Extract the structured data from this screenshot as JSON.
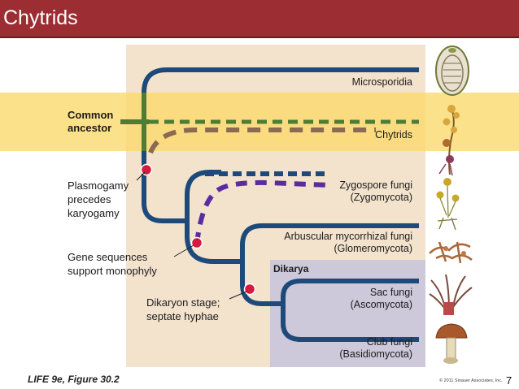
{
  "slide": {
    "title": "Chytrids",
    "number": "7",
    "figure_caption": "LIFE 9e, Figure 30.2",
    "copyright": "© 2011 Sinauer Associates, Inc."
  },
  "tree": {
    "root_label": [
      "Common",
      "ancestor"
    ],
    "dikarya_label": "Dikarya",
    "taxa": [
      {
        "lines": [
          "Microsporidia"
        ]
      },
      {
        "lines": [
          "Chytrids"
        ]
      },
      {
        "lines": [
          "Zygospore fungi",
          "(Zygomycota)"
        ]
      },
      {
        "lines": [
          "Arbuscular mycorrhizal fungi",
          "(Glomeromycota)"
        ]
      },
      {
        "lines": [
          "Sac fungi",
          "(Ascomycota)"
        ]
      },
      {
        "lines": [
          "Club fungi",
          "(Basidiomycota)"
        ]
      }
    ],
    "events": [
      {
        "lines": [
          "Plasmogamy",
          "precedes",
          "karyogamy"
        ]
      },
      {
        "lines": [
          "Gene sequences",
          "support monophyly"
        ]
      },
      {
        "lines": [
          "Dikaryon stage;",
          "septate hyphae"
        ]
      }
    ]
  },
  "colors": {
    "title_bar": "#9b2d33",
    "panel": "#f3e3cd",
    "dikarya_box": "#cdc9da",
    "branch": "#1d4a7a",
    "root_branch": "#4e7c34",
    "highlight": "#fbd96a",
    "chytrid_overlay": "#8a6a52",
    "zygo_overlay": "#5a2ca0",
    "event_dot": "#d6193e"
  }
}
